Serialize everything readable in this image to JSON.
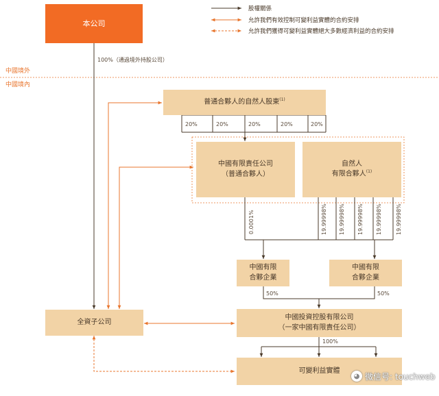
{
  "legend": {
    "equity": "股權關係",
    "control": "允許我們有效控制可變利益實體的合約安排",
    "benefit": "允許我們獲得可變利益實體絕大多數經濟利益的合約安排"
  },
  "regions": {
    "offshore": "中國境外",
    "onshore": "中國境內"
  },
  "entities": {
    "company": "本公司",
    "gp_shareholders": "普通合夥人的自然人股東",
    "gp_shareholders_note": "(1)",
    "gp_company_line1": "中國有限責任公司",
    "gp_company_line2": "（普通合夥人）",
    "lp_natural_line1": "自然人",
    "lp_natural_line2": "有限合夥人",
    "lp_natural_note": "(1)",
    "partnership_a_line1": "中國有限",
    "partnership_a_line2": "合夥企業",
    "partnership_b_line1": "中國有限",
    "partnership_b_line2": "合夥企業",
    "wfoe": "全資子公司",
    "holding_line1": "中國投資控股有限公司",
    "holding_line2": "（一家中國有限責任公司）",
    "vie": "可變利益實體"
  },
  "percentages": {
    "offshore_holding": "100%（通過境外持股公司）",
    "gp_split": [
      "20%",
      "20%",
      "20%",
      "20%",
      "20%"
    ],
    "gp_stake": "0.0001%",
    "lp_stakes": [
      "19.99998%",
      "19.99998%",
      "19.99998%",
      "19.99998%",
      "19.99998%"
    ],
    "partnership_a_share": "50%",
    "partnership_b_share": "50%",
    "holding_to_vie": "100%"
  },
  "watermark": {
    "icon": "wechat-icon",
    "text": "微信号: touchweb"
  },
  "colors": {
    "accent": "#f26b24",
    "box": "#f2d3a6",
    "line": "#4a3a2a",
    "dashed": "#e8752d"
  }
}
